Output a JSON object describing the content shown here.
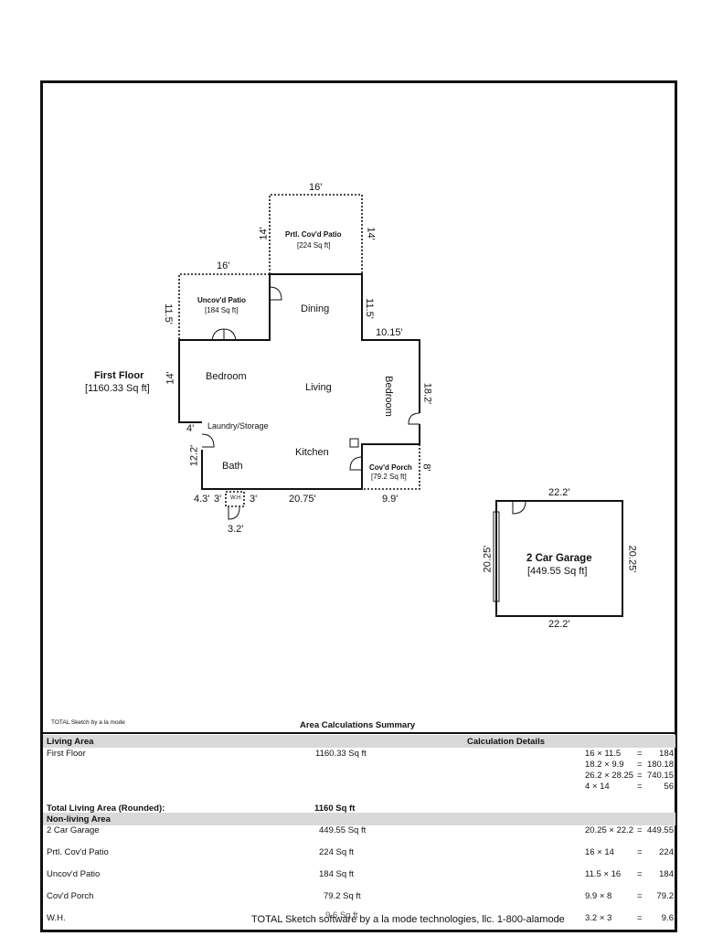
{
  "plan": {
    "first_floor": {
      "title": "First Floor",
      "area": "[1160.33 Sq ft]"
    },
    "rooms": {
      "dining": "Dining",
      "bedroom_1": "Bedroom",
      "living": "Living",
      "bedroom_2": "Bedroom",
      "laundry": "Laundry/Storage",
      "kitchen": "Kitchen",
      "bath": "Bath",
      "wh": "W.H."
    },
    "patio_partial": {
      "title": "Prtl. Cov'd Patio",
      "area": "[224 Sq ft]"
    },
    "patio_uncovered": {
      "title": "Uncov'd Patio",
      "area": "[184 Sq ft]"
    },
    "porch": {
      "title": "Cov'd Porch",
      "area": "[79.2 Sq ft]"
    },
    "garage": {
      "title": "2 Car Garage",
      "area": "[449.55 Sq ft]"
    },
    "dimensions": {
      "d16_top": "16'",
      "d14_left": "14'",
      "d14_right": "14'",
      "d16_upper": "16'",
      "d11_5_left": "11.5'",
      "d11_5_right": "11.5'",
      "d10_15": "10.15'",
      "d14_bedroom": "14'",
      "d18_2": "18.2'",
      "d4": "4'",
      "d12_2": "12.2'",
      "d8": "8'",
      "d4_3": "4.3'",
      "d3_a": "3'",
      "d3_b": "3'",
      "d20_75": "20.75'",
      "d9_9": "9.9'",
      "d3_2": "3.2'",
      "g22_2_top": "22.2'",
      "g22_2_bottom": "22.2'",
      "g20_25_left": "20.25'",
      "g20_25_right": "20.25'"
    }
  },
  "footer": {
    "credit_small": "TOTAL Sketch by a la mode",
    "summary_title": "Area Calculations Summary",
    "credit_bottom": "TOTAL Sketch software by a la mode technologies, llc. 1-800-alamode"
  },
  "table": {
    "living_area_header": "Living Area",
    "calc_details_header": "Calculation Details",
    "first_floor": {
      "name": "First Floor",
      "area": "1160.33 Sq ft",
      "calcs": [
        {
          "expr": "16 × 11.5",
          "eq": "=",
          "val": "184"
        },
        {
          "expr": "18.2 × 9.9",
          "eq": "=",
          "val": "180.18"
        },
        {
          "expr": "26.2 × 28.25",
          "eq": "=",
          "val": "740.15"
        },
        {
          "expr": "4 × 14",
          "eq": "=",
          "val": "56"
        }
      ]
    },
    "total_living": {
      "label": "Total Living Area (Rounded):",
      "value": "1160 Sq ft"
    },
    "non_living_header": "Non-living Area",
    "non_living": [
      {
        "name": "2 Car Garage",
        "area": "449.55 Sq ft",
        "expr": "20.25 × 22.2",
        "eq": "=",
        "val": "449.55"
      },
      {
        "name": "Prtl. Cov'd Patio",
        "area": "224 Sq ft",
        "expr": "16 × 14",
        "eq": "=",
        "val": "224"
      },
      {
        "name": "Uncov'd Patio",
        "area": "184 Sq ft",
        "expr": "11.5 × 16",
        "eq": "=",
        "val": "184"
      },
      {
        "name": "Cov'd Porch",
        "area": "79.2 Sq ft",
        "expr": "9.9 × 8",
        "eq": "=",
        "val": "79.2"
      },
      {
        "name": "W.H.",
        "area": "9.6 Sq ft",
        "expr": "3.2 × 3",
        "eq": "=",
        "val": "9.6"
      }
    ]
  }
}
